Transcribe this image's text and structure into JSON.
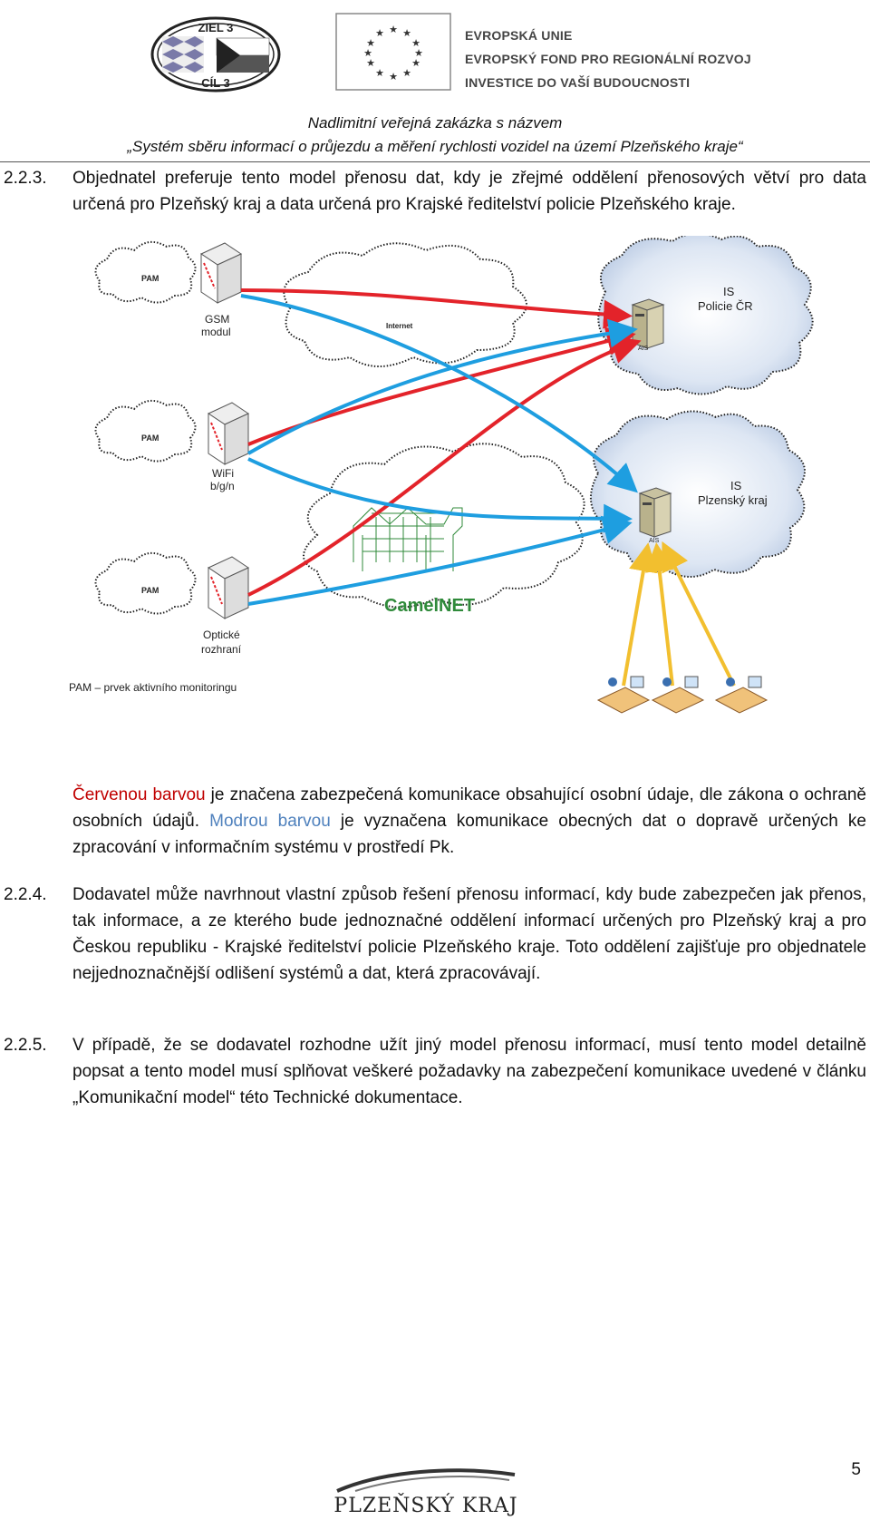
{
  "header": {
    "ziel_top": "ZIEL 3",
    "ziel_bottom": "CÍL 3",
    "eu_lines": [
      "EVROPSKÁ UNIE",
      "EVROPSKÝ FOND PRO REGIONÁLNÍ ROZVOJ",
      "INVESTICE DO VAŠÍ BUDOUCNOSTI"
    ],
    "title_line1": "Nadlimitní veřejná zakázka s názvem",
    "title_line2": "„Systém sběru informací o průjezdu a měření rychlosti vozidel na území Plzeňského kraje“"
  },
  "sections": {
    "s223_num": "2.2.3.",
    "s223_text": "Objednatel preferuje tento model přenosu dat, kdy je zřejmé oddělení přenosových větví pro data určená pro Plzeňský kraj a data určená pro Krajské ředitelství policie Plzeňského kraje.",
    "legend_red": "Červenou barvou",
    "legend_text1": " je značena zabezpečená komunikace obsahující osobní údaje, dle zákona o ochraně osobních údajů. ",
    "legend_blue": "Modrou barvou",
    "legend_text2": " je vyznačena komunikace obecných dat o dopravě určených ke zpracování v informačním systému v prostředí Pk.",
    "s224_num": "2.2.4.",
    "s224_text": "Dodavatel může navrhnout vlastní způsob řešení přenosu informací, kdy bude zabezpečen jak přenos, tak informace, a ze kterého bude jednoznačné oddělení informací určených pro Plzeňský kraj a pro Českou republiku - Krajské ředitelství policie Plzeňského kraje. Toto oddělení zajišťuje pro objednatele nejjednoznačnější odlišení systémů a dat, která zpracovávají.",
    "s225_num": "2.2.5.",
    "s225_text": "V případě, že se dodavatel rozhodne užít jiný model přenosu informací, musí tento model detailně popsat a tento model musí splňovat veškeré požadavky na zabezpečení komunikace uvedené v článku „Komunikační model“ této Technické dokumentace."
  },
  "diagram": {
    "pam": "PAM",
    "gsm_line1": "GSM",
    "gsm_line2": "modul",
    "wifi_line1": "WiFi",
    "wifi_line2": "b/g/n",
    "opt_line1": "Optické",
    "opt_line2": "rozhraní",
    "internet": "Internet",
    "camelnet": "CamelNET",
    "is1_line1": "IS",
    "is1_line2": "Policie ČR",
    "is2_line1": "IS",
    "is2_line2": "Plzenský kraj",
    "ais": "AIS",
    "caption": "PAM – prvek aktivního monitoringu",
    "colors": {
      "secure": "#e3232a",
      "general": "#1e9ee0",
      "users": "#f2bf2f"
    }
  },
  "footer": {
    "page_number": "5",
    "logo_text": "PLZEŇSKÝ KRAJ"
  }
}
